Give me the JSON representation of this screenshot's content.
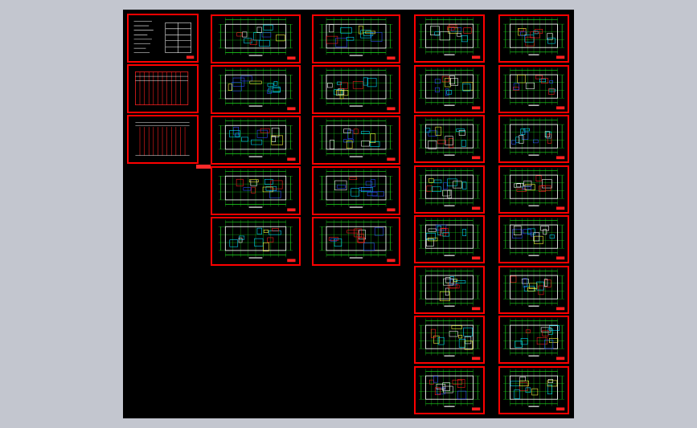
{
  "viewer": {
    "background_color": "#c3c6cf",
    "canvas_color": "#000000",
    "sheet_border_color": "#ff0000",
    "plan_line_color": "#20e020",
    "plan_detail_colors": [
      "#ffffff",
      "#3050ff",
      "#ff2020",
      "#ffff40",
      "#00e0ff"
    ]
  },
  "drawing_set": {
    "title_sheets": [
      "cover-notes",
      "schedule-table-1",
      "schedule-table-2"
    ],
    "column_2_sheet_count": 5,
    "column_3_sheet_count": 5,
    "column_4_sheet_count": 8,
    "column_5_sheet_count": 8
  }
}
